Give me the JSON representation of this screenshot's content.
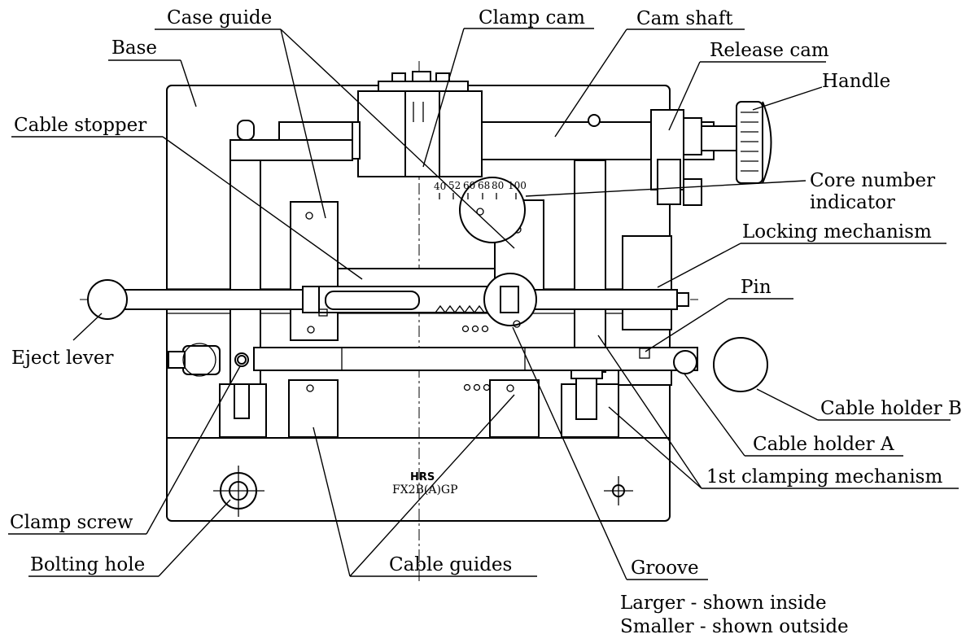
{
  "labels": {
    "case_guide": "Case guide",
    "clamp_cam": "Clamp cam",
    "cam_shaft": "Cam shaft",
    "base": "Base",
    "release_cam": "Release cam",
    "handle": "Handle",
    "cable_stopper": "Cable stopper",
    "core_number_indicator_1": "Core number",
    "core_number_indicator_2": "indicator",
    "locking_mechanism": "Locking mechanism",
    "pin": "Pin",
    "eject_lever": "Eject lever",
    "cable_holder_b": "Cable holder B",
    "cable_holder_a": "Cable holder A",
    "first_clamping_mechanism": "1st clamping mechanism",
    "clamp_screw": "Clamp screw",
    "bolting_hole": "Bolting hole",
    "cable_guides": "Cable guides",
    "groove": "Groove",
    "note_larger": "Larger - shown inside",
    "note_smaller": "Smaller - shown outside"
  },
  "dial": {
    "scale": [
      "40",
      "52",
      "60",
      "68",
      "80",
      "100"
    ]
  },
  "nameplate": {
    "brand": "HRS",
    "model": "FX2B(A)GP"
  }
}
